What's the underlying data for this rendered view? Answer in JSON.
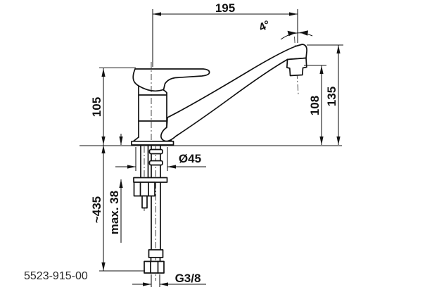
{
  "drawing": {
    "part_number": "5523-915-00",
    "dimensions": {
      "spout_reach": "195",
      "tilt_angle": "4°",
      "body_height": "105",
      "outlet_height": "108",
      "total_height": "135",
      "base_diameter": "Ø45",
      "hose_length": "~435",
      "max_mounting_thickness": "max. 38",
      "connection_thread": "G3/8"
    }
  }
}
